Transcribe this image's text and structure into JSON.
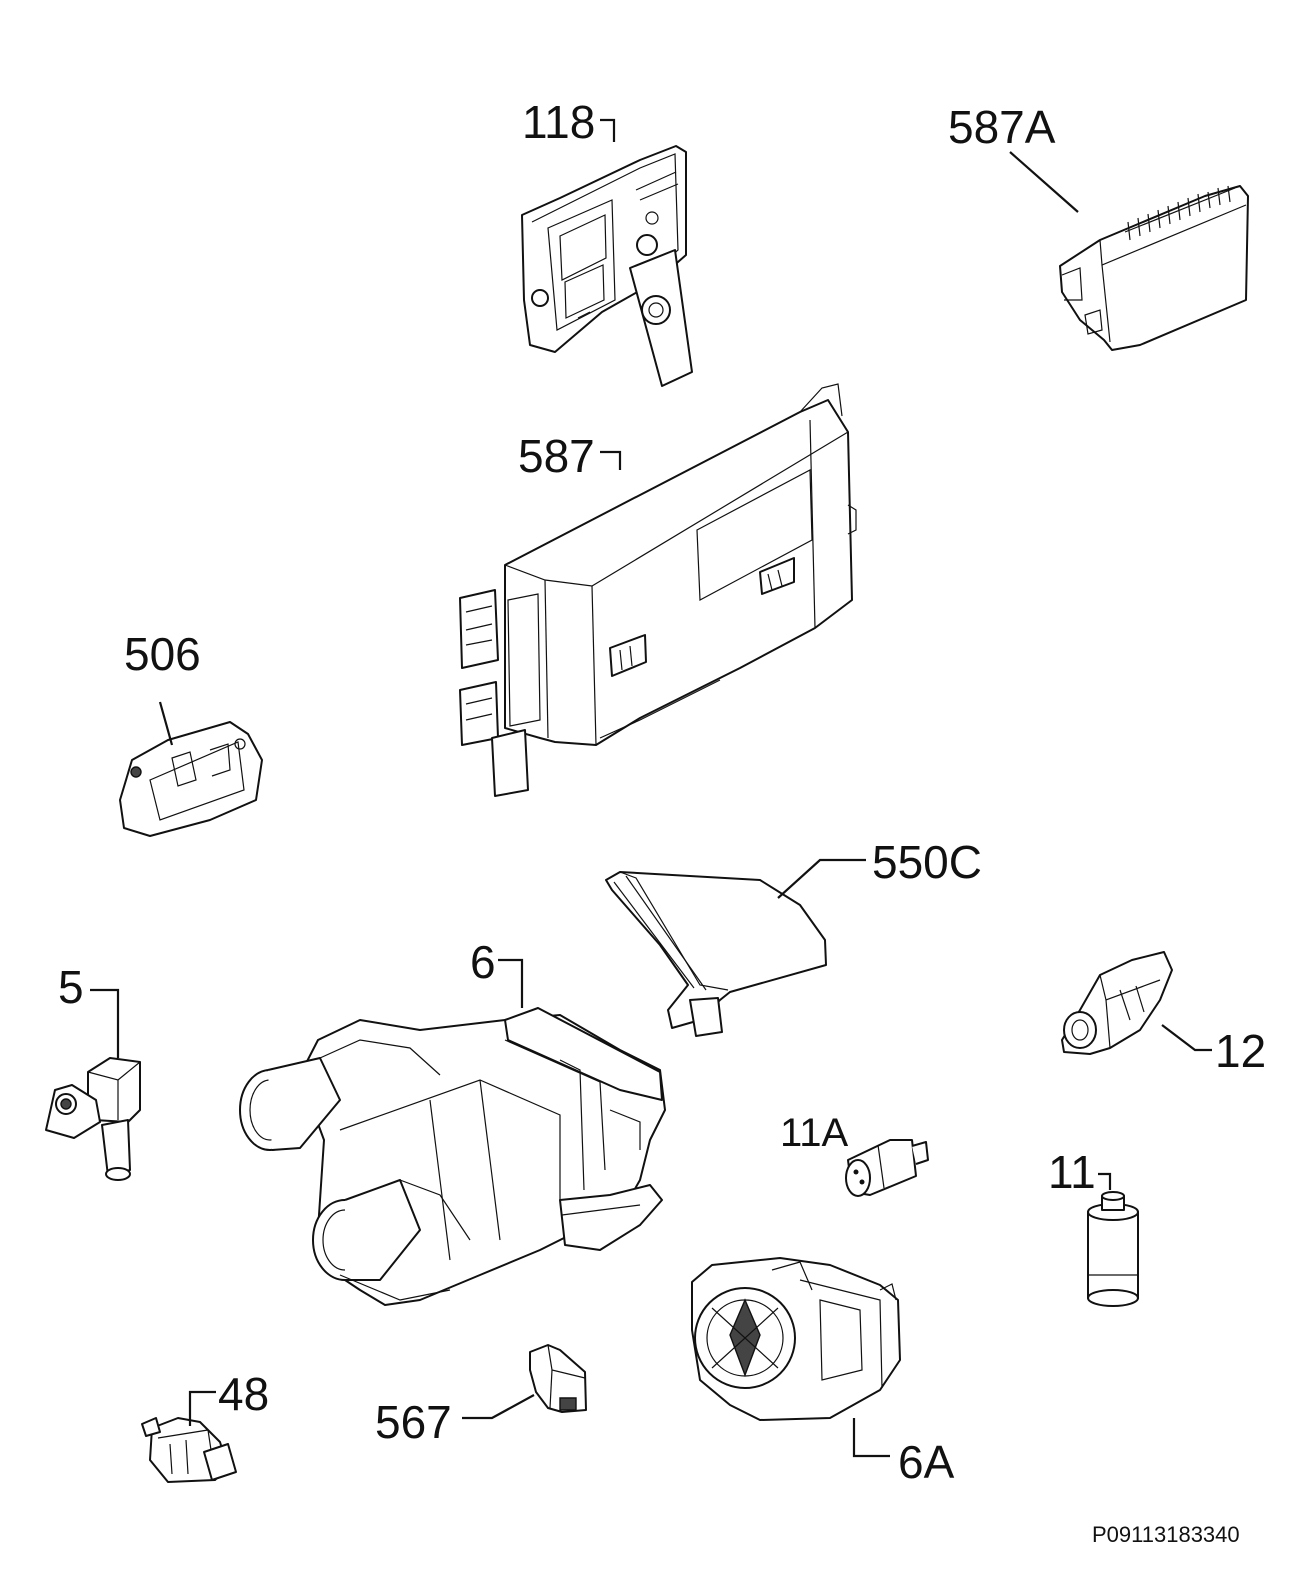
{
  "diagram": {
    "reference_code": "P09113183340",
    "parts": [
      {
        "id": "part-118",
        "label": "118"
      },
      {
        "id": "part-587a",
        "label": "587A"
      },
      {
        "id": "part-587",
        "label": "587"
      },
      {
        "id": "part-506",
        "label": "506"
      },
      {
        "id": "part-550c",
        "label": "550C"
      },
      {
        "id": "part-6",
        "label": "6"
      },
      {
        "id": "part-5",
        "label": "5"
      },
      {
        "id": "part-12",
        "label": "12"
      },
      {
        "id": "part-11a",
        "label": "11A"
      },
      {
        "id": "part-11",
        "label": "11"
      },
      {
        "id": "part-48",
        "label": "48"
      },
      {
        "id": "part-567",
        "label": "567"
      },
      {
        "id": "part-6a",
        "label": "6A"
      }
    ]
  }
}
